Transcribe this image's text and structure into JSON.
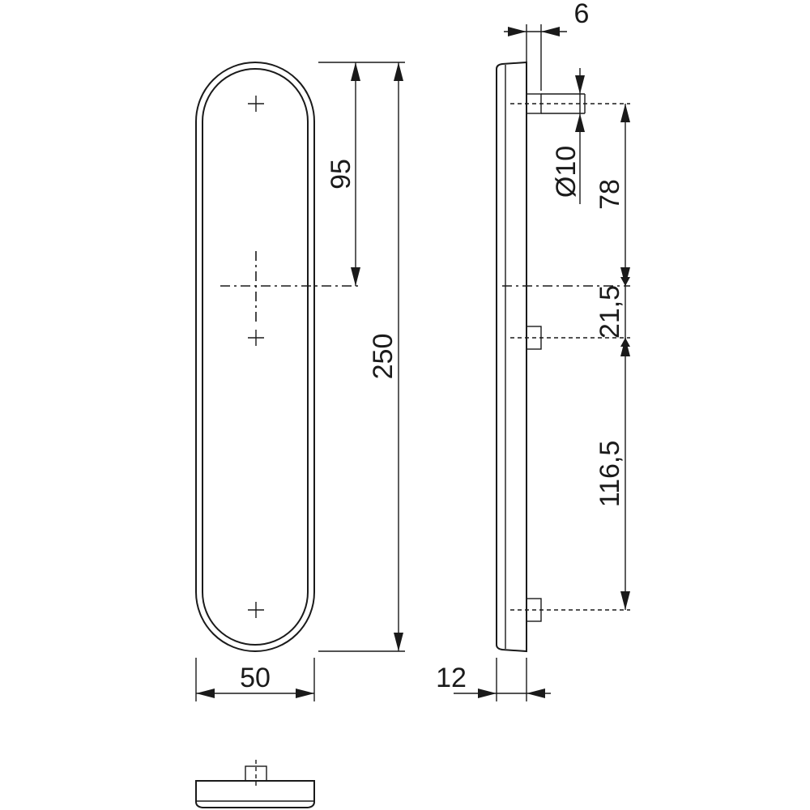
{
  "dimensions": {
    "thickness_top": "6",
    "spindle_diameter": "Ø10",
    "hole_to_top": "95",
    "overall_height": "250",
    "pin_to_spindle": "78",
    "spindle_to_pin": "21,5",
    "pin_to_pin": "116,5",
    "width": "50",
    "plate_thickness": "12"
  },
  "colors": {
    "line": "#1a1a1a",
    "background": "#ffffff"
  }
}
